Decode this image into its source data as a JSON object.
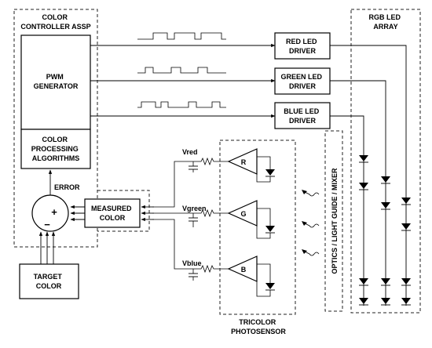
{
  "color_controller": {
    "title_line1": "COLOR",
    "title_line2": "CONTROLLER ASSP",
    "pwm_line1": "PWM",
    "pwm_line2": "GENERATOR",
    "algo_line1": "COLOR",
    "algo_line2": "PROCESSING",
    "algo_line3": "ALGORITHMS"
  },
  "error_label": "ERROR",
  "plus_sign": "+",
  "minus_sign": "−",
  "measured_color": {
    "line1": "MEASURED",
    "line2": "COLOR"
  },
  "target_color": {
    "line1": "TARGET",
    "line2": "COLOR"
  },
  "drivers": {
    "red": {
      "line1": "RED LED",
      "line2": "DRIVER"
    },
    "green": {
      "line1": "GREEN LED",
      "line2": "DRIVER"
    },
    "blue": {
      "line1": "BLUE LED",
      "line2": "DRIVER"
    }
  },
  "rgb_array": {
    "line1": "RGB LED",
    "line2": "ARRAY"
  },
  "optics_label": "OPTICS / LIGHT GUIDE / MIXER",
  "photosensor": {
    "title_line1": "TRICOLOR",
    "title_line2": "PHOTOSENSOR",
    "amp_r": "R",
    "amp_g": "G",
    "amp_b": "B"
  },
  "voltages": {
    "red": "Vred",
    "green": "Vgreen",
    "blue": "Vblue"
  }
}
